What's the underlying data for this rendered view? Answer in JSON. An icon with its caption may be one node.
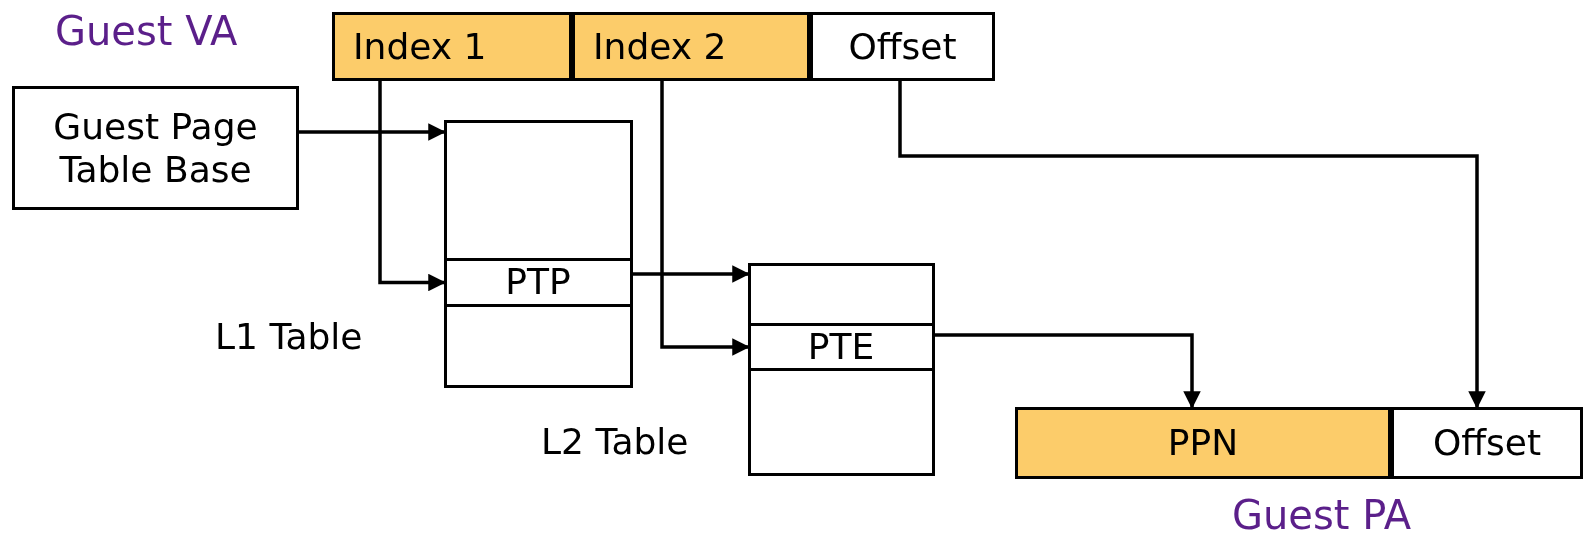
{
  "diagram": {
    "nodes": [
      {
        "text": [
          "Index 1"
        ]
      },
      {
        "text": [
          "Index 2"
        ]
      },
      {
        "text": [
          "Offset"
        ]
      },
      {
        "text": [
          "Guest Page Table Base"
        ]
      },
      {
        "text": [],
        "shape": "box",
        "beside": [
          "L1 Table"
        ]
      },
      {
        "text": [
          "PTP"
        ],
        "in": 4
      },
      {
        "text": [],
        "shape": "box",
        "beside": [
          "L2 Table"
        ]
      },
      {
        "text": [
          "PTE"
        ],
        "in": 6
      },
      {
        "text": [
          "PPN"
        ]
      },
      {
        "text": [
          "Offset"
        ]
      }
    ],
    "edges": [
      {
        "from": 3,
        "to": 4,
        "arrow": "to"
      },
      {
        "from": 0,
        "to": 5,
        "arrow": "to"
      },
      {
        "from": 5,
        "to": 6,
        "arrow": "to"
      },
      {
        "from": 1,
        "to": 7,
        "arrow": "to"
      },
      {
        "from": 7,
        "to": 8,
        "arrow": "to"
      },
      {
        "from": 2,
        "to": 9,
        "arrow": "to"
      }
    ],
    "labels": [
      "Guest VA",
      "Guest PA"
    ]
  }
}
